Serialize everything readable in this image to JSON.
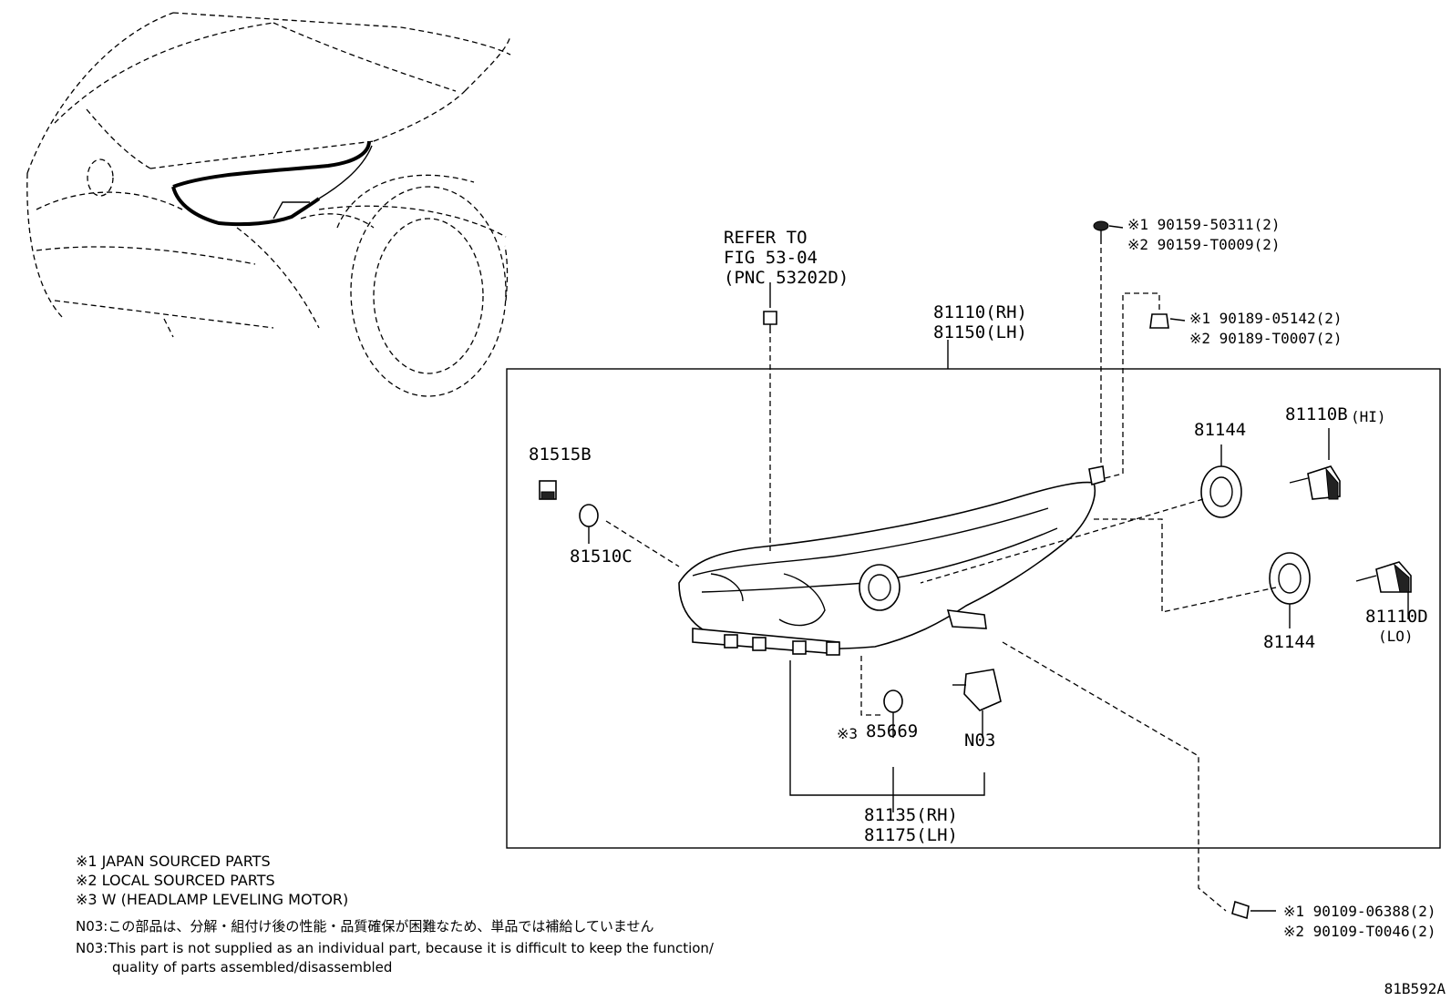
{
  "callouts": {
    "refer_to": "REFER TO",
    "refer_fig": "FIG 53-04",
    "refer_pnc": "(PNC 53202D)",
    "assy_rh": "81110(RH)",
    "assy_lh": "81150(LH)",
    "screw_j": "※1 90159-50311(2)",
    "screw_l": "※2 90159-T0009(2)",
    "nut_j": "※1 90189-05142(2)",
    "nut_l": "※2 90189-T0007(2)",
    "p81515b": "81515B",
    "p81510c": "81510C",
    "p81144_top": "81144",
    "p81144_bot": "81144",
    "p81110b": "81110B",
    "p81110b_sub": "(HI)",
    "p81110d": "81110D",
    "p81110d_sub": "(LO)",
    "p85669_mark": "※3",
    "p85669": "85669",
    "n03": "N03",
    "unit_rh": "81135(RH)",
    "unit_lh": "81175(LH)",
    "bolt_j": "※1 90109-06388(2)",
    "bolt_l": "※2 90109-T0046(2)"
  },
  "notes": {
    "n1": "※1 JAPAN SOURCED PARTS",
    "n2": "※2 LOCAL SOURCED PARTS",
    "n3": "※3 W (HEADLAMP LEVELING MOTOR)",
    "n4": "N03:この部品は、分解・組付け後の性能・品質確保が困難なため、単品では補給していません",
    "n5": "N03:This part is not supplied as an individual part, because it is difficult to keep the function/",
    "n6": "quality of parts assembled/disassembled"
  },
  "figure_code": "81B592A"
}
